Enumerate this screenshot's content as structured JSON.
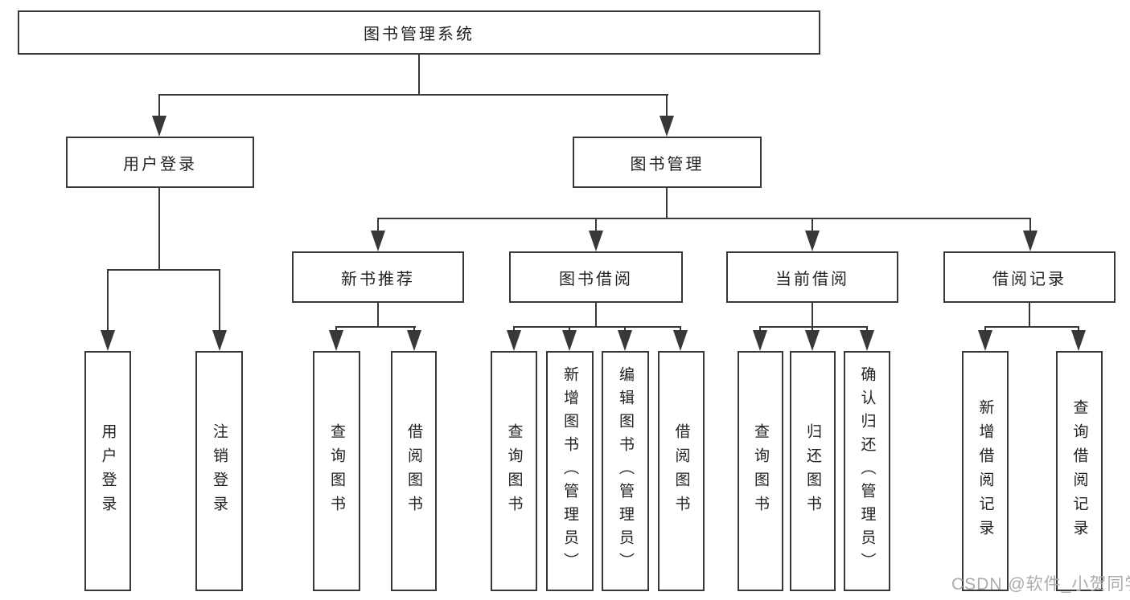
{
  "diagram": {
    "title": "图书管理系统",
    "root": {
      "label": "图书管理系统"
    },
    "level1": [
      {
        "label": "用户登录"
      },
      {
        "label": "图书管理"
      }
    ],
    "level2": [
      {
        "label": "新书推荐"
      },
      {
        "label": "图书借阅"
      },
      {
        "label": "当前借阅"
      },
      {
        "label": "借阅记录"
      }
    ],
    "leaves": [
      {
        "label": "用户登录"
      },
      {
        "label": "注销登录"
      },
      {
        "label": "查询图书"
      },
      {
        "label": "借阅图书"
      },
      {
        "label": "查询图书"
      },
      {
        "label": "新增图书（管理员）"
      },
      {
        "label": "编辑图书（管理员）"
      },
      {
        "label": "借阅图书"
      },
      {
        "label": "查询图书"
      },
      {
        "label": "归还图书"
      },
      {
        "label": "确认归还（管理员）"
      },
      {
        "label": "新增借阅记录"
      },
      {
        "label": "查询借阅记录"
      }
    ]
  },
  "watermark": "CSDN @软件_小贺同学",
  "colors": {
    "line": "#383838",
    "box_border": "#383838",
    "text": "#222222",
    "watermark": "#aeaba9",
    "background": "#ffffff"
  }
}
